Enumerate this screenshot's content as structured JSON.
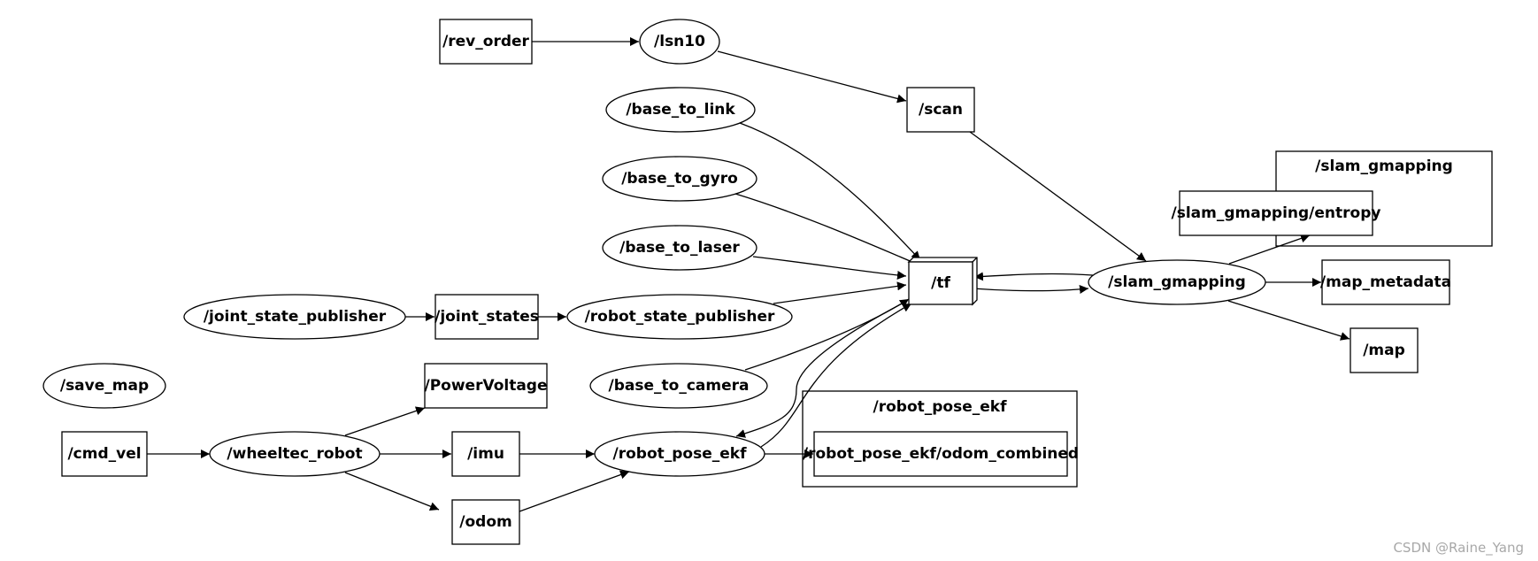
{
  "nodes": [
    {
      "id": "rev_order",
      "label": "/rev_order",
      "shape": "box"
    },
    {
      "id": "lsn10",
      "label": "/lsn10",
      "shape": "ellipse"
    },
    {
      "id": "scan",
      "label": "/scan",
      "shape": "box"
    },
    {
      "id": "base_to_link",
      "label": "/base_to_link",
      "shape": "ellipse"
    },
    {
      "id": "base_to_gyro",
      "label": "/base_to_gyro",
      "shape": "ellipse"
    },
    {
      "id": "base_to_laser",
      "label": "/base_to_laser",
      "shape": "ellipse"
    },
    {
      "id": "joint_state_publisher",
      "label": "/joint_state_publisher",
      "shape": "ellipse"
    },
    {
      "id": "joint_states",
      "label": "/joint_states",
      "shape": "box"
    },
    {
      "id": "robot_state_publisher",
      "label": "/robot_state_publisher",
      "shape": "ellipse"
    },
    {
      "id": "tf",
      "label": "/tf",
      "shape": "box3d"
    },
    {
      "id": "slam_gmapping",
      "label": "/slam_gmapping",
      "shape": "ellipse"
    },
    {
      "id": "entropy",
      "label": "/slam_gmapping/entropy",
      "shape": "box"
    },
    {
      "id": "map_metadata",
      "label": "/map_metadata",
      "shape": "box"
    },
    {
      "id": "map",
      "label": "/map",
      "shape": "box"
    },
    {
      "id": "save_map",
      "label": "/save_map",
      "shape": "ellipse"
    },
    {
      "id": "power_voltage",
      "label": "/PowerVoltage",
      "shape": "box"
    },
    {
      "id": "base_to_camera",
      "label": "/base_to_camera",
      "shape": "ellipse"
    },
    {
      "id": "cmd_vel",
      "label": "/cmd_vel",
      "shape": "box"
    },
    {
      "id": "wheeltec_robot",
      "label": "/wheeltec_robot",
      "shape": "ellipse"
    },
    {
      "id": "imu",
      "label": "/imu",
      "shape": "box"
    },
    {
      "id": "robot_pose_ekf",
      "label": "/robot_pose_ekf",
      "shape": "ellipse"
    },
    {
      "id": "odom_combined",
      "label": "/robot_pose_ekf/odom_combined",
      "shape": "box"
    },
    {
      "id": "odom",
      "label": "/odom",
      "shape": "box"
    }
  ],
  "clusters": [
    {
      "id": "slam_cluster",
      "label": "/slam_gmapping",
      "contains": [
        "entropy"
      ]
    },
    {
      "id": "ekf_cluster",
      "label": "/robot_pose_ekf",
      "contains": [
        "odom_combined"
      ]
    }
  ],
  "edges": [
    {
      "from": "rev_order",
      "to": "lsn10"
    },
    {
      "from": "lsn10",
      "to": "scan"
    },
    {
      "from": "scan",
      "to": "slam_gmapping"
    },
    {
      "from": "base_to_link",
      "to": "tf"
    },
    {
      "from": "base_to_gyro",
      "to": "tf"
    },
    {
      "from": "base_to_laser",
      "to": "tf"
    },
    {
      "from": "robot_state_publisher",
      "to": "tf"
    },
    {
      "from": "base_to_camera",
      "to": "tf"
    },
    {
      "from": "robot_pose_ekf",
      "to": "tf"
    },
    {
      "from": "tf",
      "to": "robot_pose_ekf"
    },
    {
      "from": "tf",
      "to": "slam_gmapping"
    },
    {
      "from": "slam_gmapping",
      "to": "tf"
    },
    {
      "from": "slam_gmapping",
      "to": "entropy"
    },
    {
      "from": "slam_gmapping",
      "to": "map_metadata"
    },
    {
      "from": "slam_gmapping",
      "to": "map"
    },
    {
      "from": "joint_state_publisher",
      "to": "joint_states"
    },
    {
      "from": "joint_states",
      "to": "robot_state_publisher"
    },
    {
      "from": "cmd_vel",
      "to": "wheeltec_robot"
    },
    {
      "from": "wheeltec_robot",
      "to": "power_voltage"
    },
    {
      "from": "wheeltec_robot",
      "to": "imu"
    },
    {
      "from": "wheeltec_robot",
      "to": "odom"
    },
    {
      "from": "imu",
      "to": "robot_pose_ekf"
    },
    {
      "from": "odom",
      "to": "robot_pose_ekf"
    },
    {
      "from": "robot_pose_ekf",
      "to": "odom_combined"
    }
  ],
  "watermark": "CSDN @Raine_Yang"
}
